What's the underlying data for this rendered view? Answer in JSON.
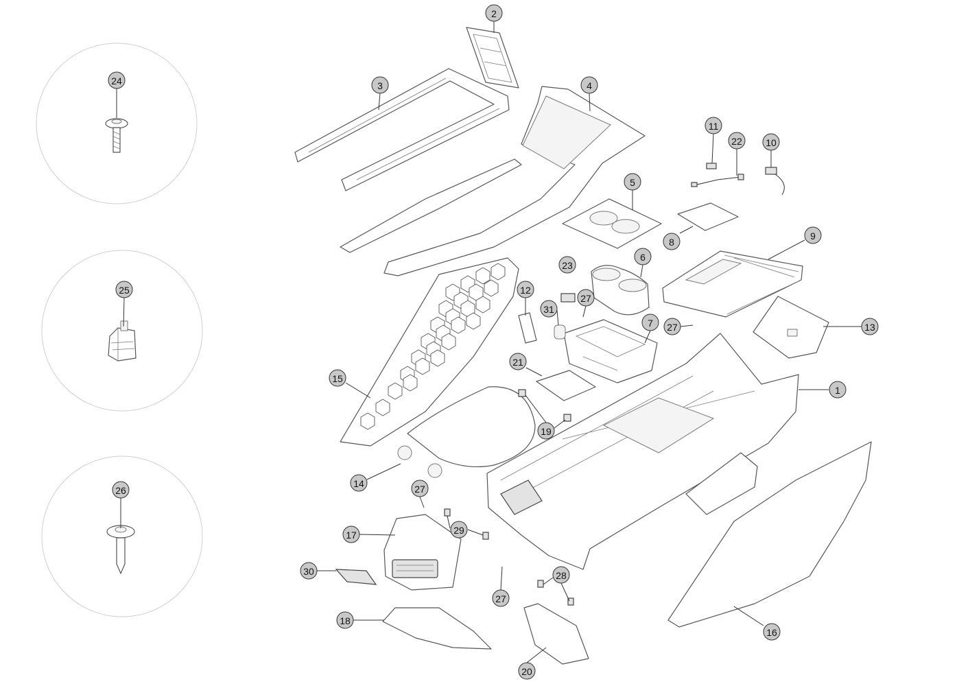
{
  "callouts": [
    {
      "id": "c1",
      "label": "1"
    },
    {
      "id": "c2",
      "label": "2"
    },
    {
      "id": "c3",
      "label": "3"
    },
    {
      "id": "c4",
      "label": "4"
    },
    {
      "id": "c5",
      "label": "5"
    },
    {
      "id": "c6",
      "label": "6"
    },
    {
      "id": "c7",
      "label": "7"
    },
    {
      "id": "c8",
      "label": "8"
    },
    {
      "id": "c9",
      "label": "9"
    },
    {
      "id": "c10",
      "label": "10"
    },
    {
      "id": "c11",
      "label": "11"
    },
    {
      "id": "c12",
      "label": "12"
    },
    {
      "id": "c13",
      "label": "13"
    },
    {
      "id": "c14",
      "label": "14"
    },
    {
      "id": "c15",
      "label": "15"
    },
    {
      "id": "c16",
      "label": "16"
    },
    {
      "id": "c17",
      "label": "17"
    },
    {
      "id": "c18",
      "label": "18"
    },
    {
      "id": "c19",
      "label": "19"
    },
    {
      "id": "c20",
      "label": "20"
    },
    {
      "id": "c21",
      "label": "21"
    },
    {
      "id": "c22",
      "label": "22"
    },
    {
      "id": "c23",
      "label": "23"
    },
    {
      "id": "c24",
      "label": "24"
    },
    {
      "id": "c25",
      "label": "25"
    },
    {
      "id": "c26",
      "label": "26"
    },
    {
      "id": "c27a",
      "label": "27"
    },
    {
      "id": "c27b",
      "label": "27"
    },
    {
      "id": "c27c",
      "label": "27"
    },
    {
      "id": "c27d",
      "label": "27"
    },
    {
      "id": "c28",
      "label": "28"
    },
    {
      "id": "c29",
      "label": "29"
    },
    {
      "id": "c30",
      "label": "30"
    },
    {
      "id": "c31",
      "label": "31"
    }
  ],
  "colors": {
    "callout_fill": "#c8c8c8",
    "line": "#555555",
    "background": "#ffffff"
  }
}
